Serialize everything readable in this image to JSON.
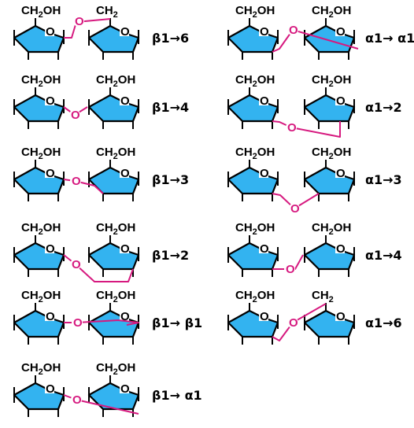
{
  "labels": {
    "ch2oh": "CH2OH",
    "ch2": "CH2",
    "ring_oxygen": "O",
    "bridge_oxygen": "O"
  },
  "colors": {
    "ring_fill": "#33b3f0",
    "bond_line": "#d6197f",
    "outline": "#000000"
  },
  "linkages": {
    "left": [
      {
        "id": "b16",
        "label": "β1→6"
      },
      {
        "id": "b14",
        "label": "β1→4"
      },
      {
        "id": "b13",
        "label": "β1→3"
      },
      {
        "id": "b12",
        "label": "β1→2"
      },
      {
        "id": "b1b1",
        "label": "β1→ β1"
      },
      {
        "id": "b1a1",
        "label": "β1→ α1"
      }
    ],
    "right": [
      {
        "id": "a1a1",
        "label": "α1→ α1"
      },
      {
        "id": "a12",
        "label": "α1→2"
      },
      {
        "id": "a13",
        "label": "α1→3"
      },
      {
        "id": "a14",
        "label": "α1→4"
      },
      {
        "id": "a16",
        "label": "α1→6"
      }
    ]
  }
}
